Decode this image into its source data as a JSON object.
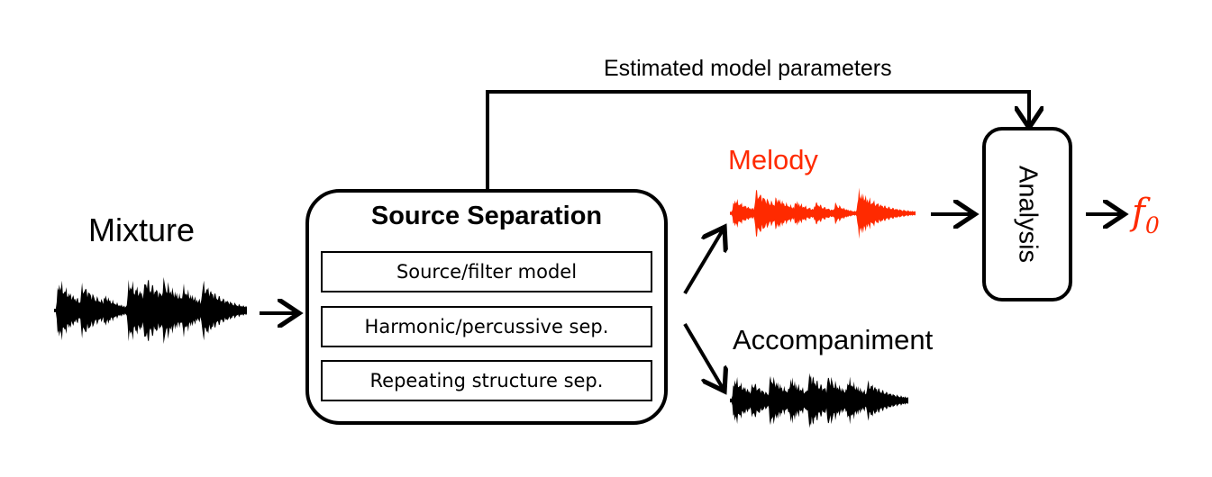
{
  "mixture_label": "Mixture",
  "source_separation": {
    "title": "Source Separation",
    "methods": [
      "Source/filter model",
      "Harmonic/percussive sep.",
      "Repeating structure sep."
    ]
  },
  "feedback_label": "Estimated model parameters",
  "melody_label": "Melody",
  "accompaniment_label": "Accompaniment",
  "analysis_label": "Analysis",
  "output": {
    "symbol": "f",
    "subscript": "0"
  },
  "colors": {
    "melody": "#ff2a00",
    "ink": "#000000"
  }
}
